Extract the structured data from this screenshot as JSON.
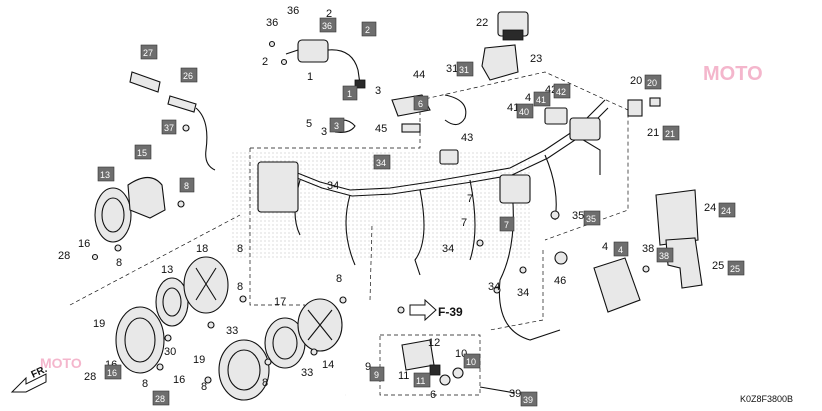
{
  "code": "K0Z8F3800B",
  "fr_label": "FR.",
  "ref_label": "F-39",
  "watermark": "MOTO",
  "callouts": {
    "c36a": "36",
    "c36b": "36",
    "c2a": "2",
    "c2b": "2",
    "c1": "1",
    "c3a": "3",
    "c3b": "3",
    "c22": "22",
    "c23": "23",
    "c44": "44",
    "c31": "31",
    "c5": "5",
    "c45": "45",
    "c20": "20",
    "c21": "21",
    "c4a": "4",
    "c42": "42",
    "c41": "41",
    "c43": "43",
    "c13a": "13",
    "c13b": "13",
    "c15": "15",
    "c16a": "16",
    "c16b": "16",
    "c16c": "16",
    "c28a": "28",
    "c28b": "28",
    "c8a": "8",
    "c8b": "8",
    "c8c": "8",
    "c8d": "8",
    "c8e": "8",
    "c8f": "8",
    "c8g": "8",
    "c18": "18",
    "c19a": "19",
    "c19b": "19",
    "c17": "17",
    "c30": "30",
    "c33a": "33",
    "c33b": "33",
    "c14": "14",
    "c34a": "34",
    "c34b": "34",
    "c34c": "34",
    "c34d": "34",
    "c7a": "7",
    "c7b": "7",
    "c35": "35",
    "c46": "46",
    "c4b": "4",
    "c38": "38",
    "c24": "24",
    "c25": "25",
    "c9": "9",
    "c10": "10",
    "c11": "11",
    "c12": "12",
    "c6": "6",
    "c39": "39",
    "c40": "40",
    "c37": "37",
    "c27": "27",
    "c26": "26"
  },
  "boxes": {
    "b2": "2",
    "b36": "36",
    "b27": "27",
    "b26": "26",
    "b37": "37",
    "b1": "1",
    "b6": "6",
    "b3": "3",
    "b31": "31",
    "b15": "15",
    "b13": "13",
    "b8": "8",
    "b34": "34",
    "b7": "7",
    "b35": "35",
    "b40": "40",
    "b41": "41",
    "b42": "42",
    "b20": "20",
    "b21": "21",
    "b24": "24",
    "b25": "25",
    "b4": "4",
    "b38": "38",
    "b10": "10",
    "b11": "11",
    "b9": "9",
    "b39": "39",
    "b16": "16",
    "b28": "28"
  }
}
